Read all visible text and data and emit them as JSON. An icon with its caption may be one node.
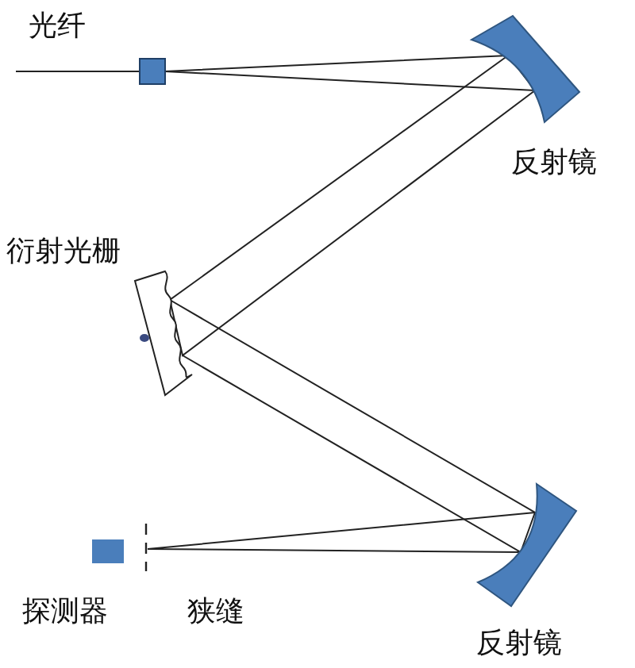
{
  "diagram": {
    "nodes": [
      {
        "text": [],
        "shape": "box",
        "beside": [
          "光纤"
        ]
      },
      {
        "text": [],
        "shape": "mirror",
        "beside": [
          "反射镜"
        ]
      },
      {
        "text": [],
        "shape": "grating",
        "beside": [
          "衍射光栅"
        ]
      },
      {
        "text": [],
        "shape": "mirror",
        "beside": [
          "反射镜"
        ]
      },
      {
        "text": [],
        "shape": "slit",
        "beside": [
          "狭缝"
        ]
      },
      {
        "text": [],
        "shape": "box",
        "beside": [
          "探测器"
        ]
      }
    ],
    "edges": [
      {
        "from": null,
        "to": 0,
        "arrow": "none"
      },
      {
        "from": 0,
        "to": 1,
        "arrow": "none"
      },
      {
        "from": 1,
        "to": 2,
        "arrow": "none"
      },
      {
        "from": 2,
        "to": 3,
        "arrow": "none"
      },
      {
        "from": 3,
        "to": 4,
        "arrow": "none"
      }
    ]
  }
}
